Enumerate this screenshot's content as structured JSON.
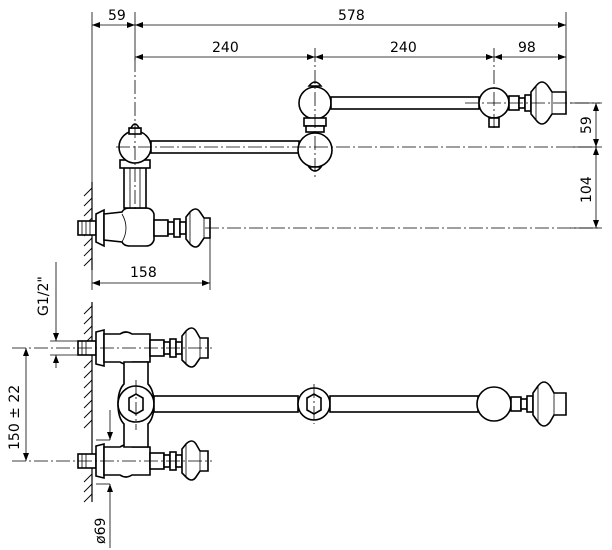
{
  "dimensions": {
    "top_offset": "59",
    "overall_length": "578",
    "arm_segment_1": "240",
    "arm_segment_2": "240",
    "spout_tip": "98",
    "spout_height": "59",
    "arm_height": "104",
    "wall_projection": "158",
    "thread": "G1/2\"",
    "inlet_spacing": "150 ± 22",
    "flange_diameter": "ø69"
  }
}
